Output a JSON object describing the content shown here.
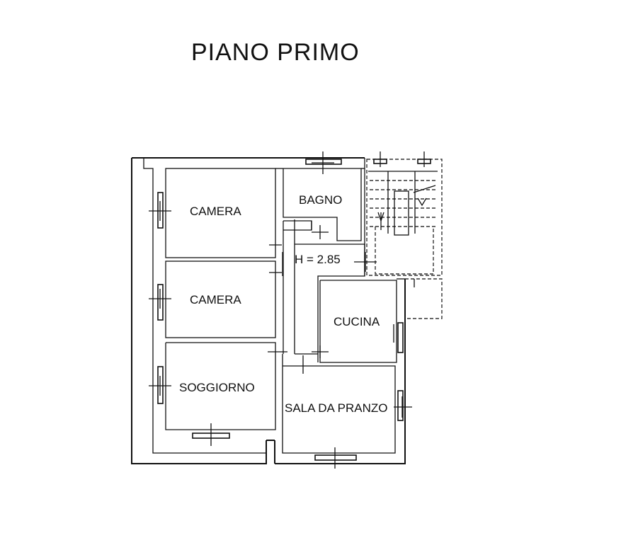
{
  "plan": {
    "title": "PIANO PRIMO",
    "rooms": {
      "camera_1": "CAMERA",
      "camera_2": "CAMERA",
      "bagno": "BAGNO",
      "height": "H = 2.85",
      "cucina": "CUCINA",
      "soggiorno": "SOGGIORNO",
      "sala_da_pranzo": "SALA DA PRANZO"
    }
  }
}
